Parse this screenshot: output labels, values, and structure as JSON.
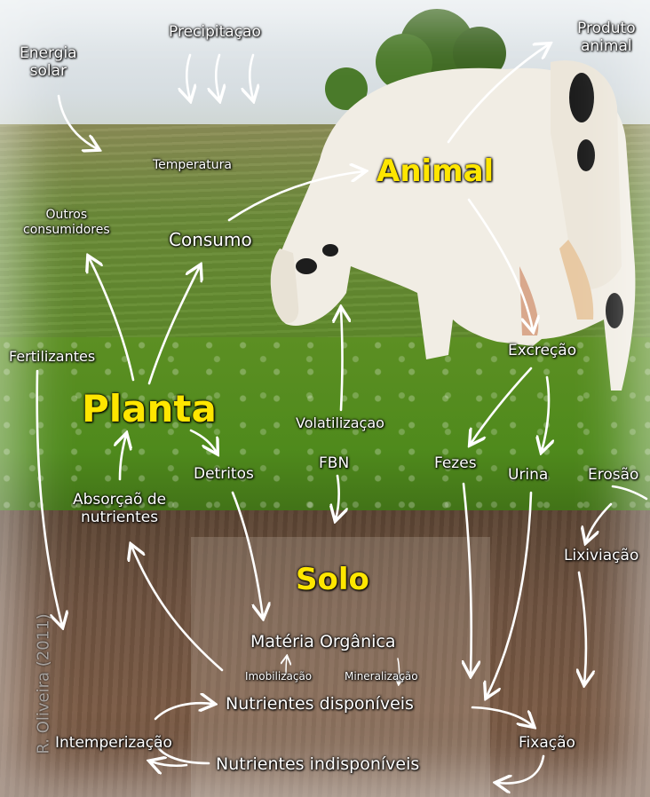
{
  "labels": {
    "precipitacao": "Precipitaçao",
    "energia_solar": "Energia\nsolar",
    "produto_animal": "Produto\nanimal",
    "temperatura": "Temperatura",
    "animal": "Animal",
    "outros_consumidores": "Outros\nconsumidores",
    "consumo": "Consumo",
    "fertilizantes": "Fertilizantes",
    "excrecao": "Excreção",
    "planta": "Planta",
    "volatilizacao": "Volatilizaçao",
    "detritos": "Detritos",
    "fbn": "FBN",
    "fezes": "Fezes",
    "urina": "Urina",
    "erosao": "Erosão",
    "absorcao": "Absorçaõ de\nnutrientes",
    "lixiviacao": "Lixiviação",
    "solo": "Solo",
    "materia_organica": "Matéria Orgânica",
    "imobilizacao": "Imobilização",
    "mineralizacao": "Mineralização",
    "nutrientes_disponiveis": "Nutrientes disponíveis",
    "intemperizacao": "Intemperização",
    "fixacao": "Fixação",
    "nutrientes_indisponiveis": "Nutrientes indisponíveis"
  },
  "watermark": "R. Oliveira (2011)",
  "colors": {
    "highlight": "#ffe600",
    "text": "#ffffff",
    "arrow": "#ffffff"
  }
}
